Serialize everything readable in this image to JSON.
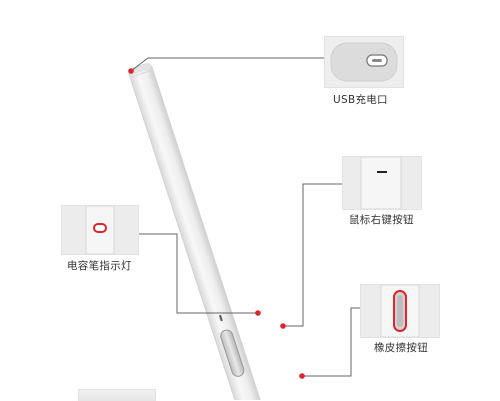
{
  "labels": {
    "usb": "USB充电口",
    "right_click": "鼠标右键按钮",
    "indicator": "电容笔指示灯",
    "eraser": "橡皮擦按钮"
  },
  "colors": {
    "leader_line": "#555555",
    "dot": "#d9272a",
    "pen_body": "#eeeeee",
    "pen_edge": "#d6d6d6",
    "thumb_bg": "#eaeaea"
  }
}
